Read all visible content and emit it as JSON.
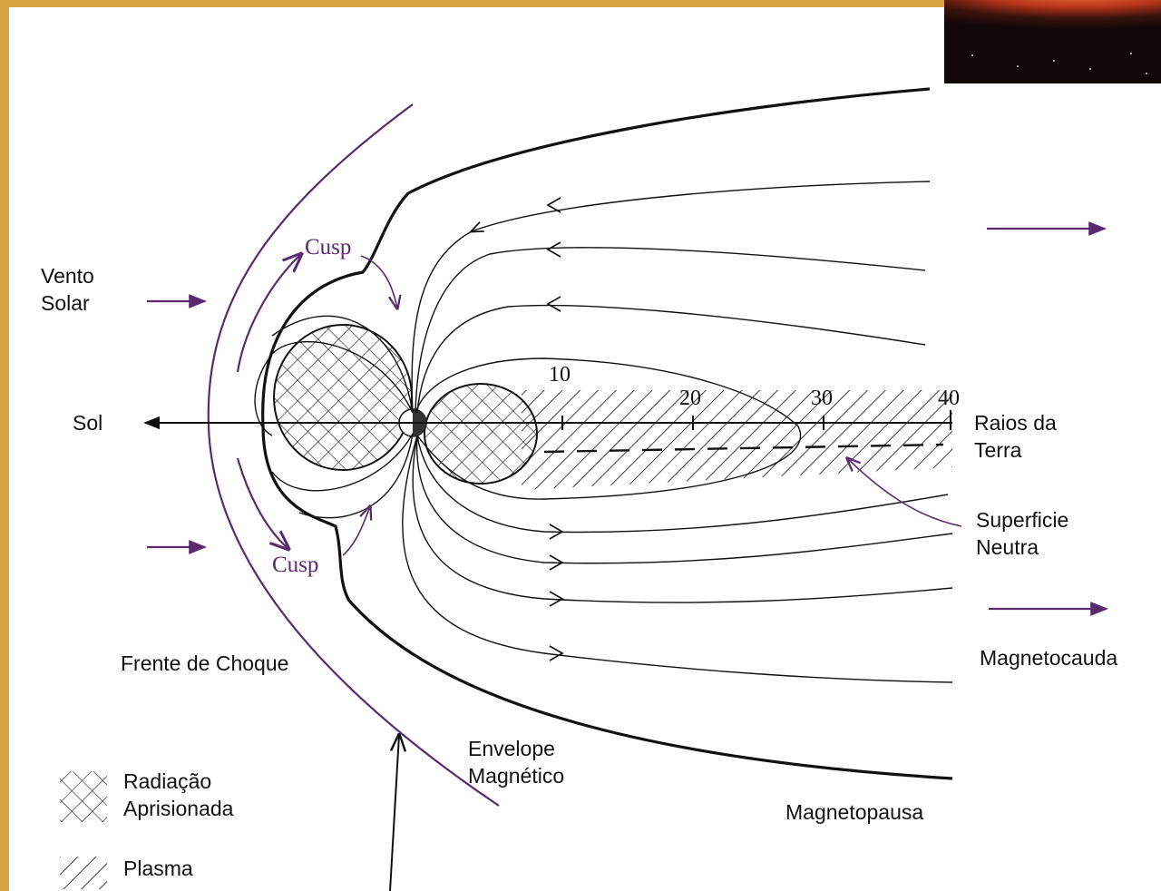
{
  "labels": {
    "vento_solar_line1": "Vento",
    "vento_solar_line2": "Solar",
    "sol": "Sol",
    "cusp_top": "Cusp",
    "cusp_bottom": "Cusp",
    "raios_line1": "Raios da",
    "raios_line2": "Terra",
    "superficie_line1": "Superficie",
    "superficie_line2": "Neutra",
    "magnetocauda": "Magnetocauda",
    "frente_de_choque": "Frente de Choque",
    "envelope_line1": "Envelope",
    "envelope_line2": "Magnético",
    "magnetopausa": "Magnetopausa"
  },
  "axis_ticks": [
    "10",
    "20",
    "30",
    "40"
  ],
  "legend": {
    "radiacao_line1": "Radiação",
    "radiacao_line2": "Aprisionada",
    "plasma": "Plasma"
  },
  "colors": {
    "ink": "#111111",
    "purple": "#5a2a6e",
    "border": "#d9a441"
  }
}
